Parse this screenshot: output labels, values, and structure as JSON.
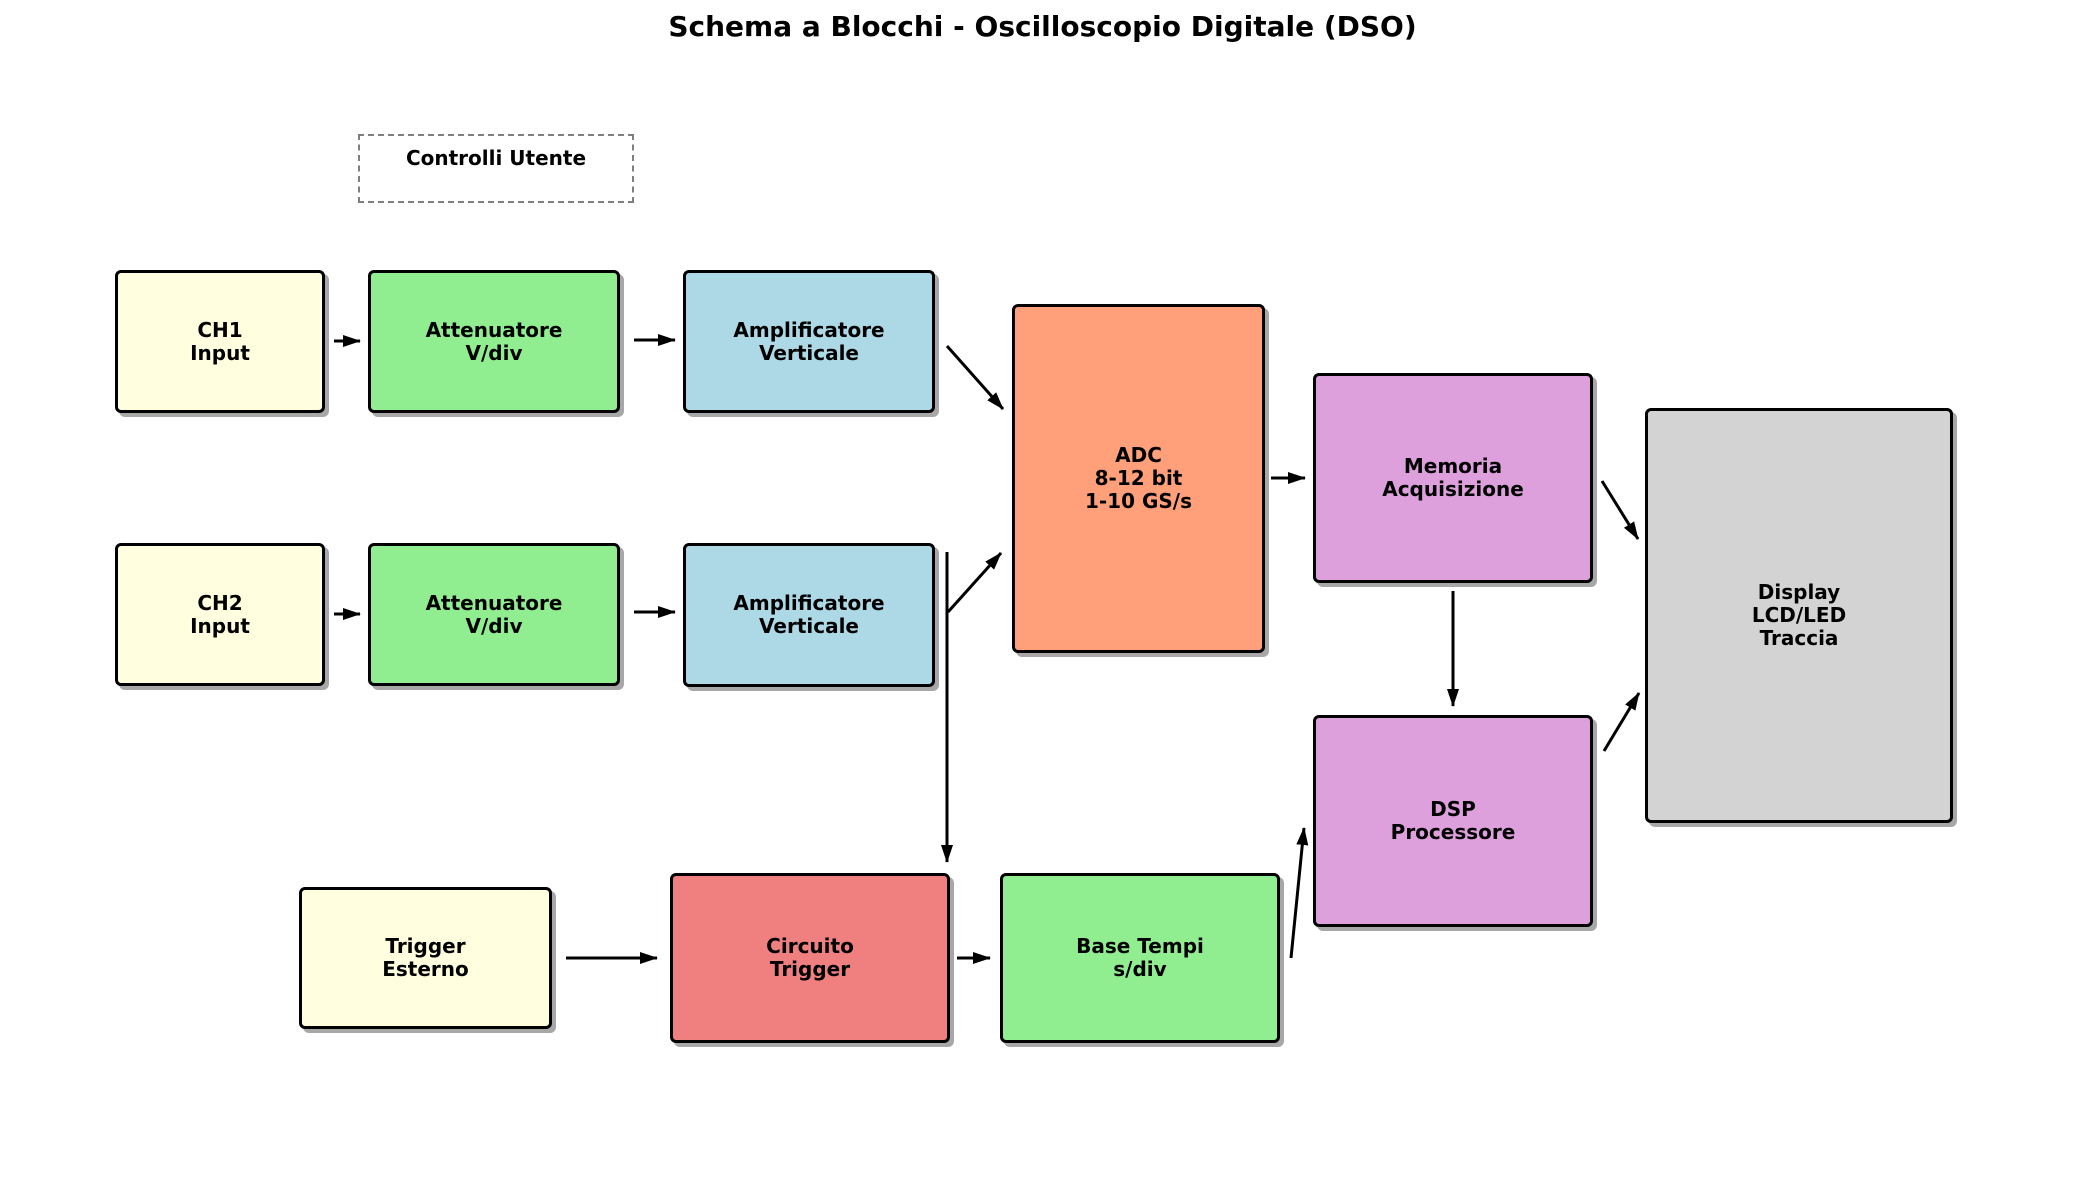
{
  "title": "Schema a Blocchi - Oscilloscopio Digitale (DSO)",
  "nodes": {
    "controlli_utente": {
      "lines": [
        "Controlli Utente"
      ],
      "color": "#FFFFFF"
    },
    "ch1_input": {
      "lines": [
        "CH1",
        "Input"
      ],
      "color": "#FFFFE0"
    },
    "attenuatore_ch1": {
      "lines": [
        "Attenuatore",
        "V/div"
      ],
      "color": "#90EE90"
    },
    "amplificatore_ch1": {
      "lines": [
        "Amplificatore",
        "Verticale"
      ],
      "color": "#ADD8E6"
    },
    "ch2_input": {
      "lines": [
        "CH2",
        "Input"
      ],
      "color": "#FFFFE0"
    },
    "attenuatore_ch2": {
      "lines": [
        "Attenuatore",
        "V/div"
      ],
      "color": "#90EE90"
    },
    "amplificatore_ch2": {
      "lines": [
        "Amplificatore",
        "Verticale"
      ],
      "color": "#ADD8E6"
    },
    "adc": {
      "lines": [
        "ADC",
        "8-12 bit",
        "1-10 GS/s"
      ],
      "color": "#FFA07A"
    },
    "memoria_acquisizione": {
      "lines": [
        "Memoria",
        "Acquisizione"
      ],
      "color": "#DDA0DD"
    },
    "display_lcd": {
      "lines": [
        "Display",
        "LCD/LED",
        "Traccia"
      ],
      "color": "#D3D3D3"
    },
    "dsp_processore": {
      "lines": [
        "DSP",
        "Processore"
      ],
      "color": "#DDA0DD"
    },
    "trigger_esterno": {
      "lines": [
        "Trigger",
        "Esterno"
      ],
      "color": "#FFFFE0"
    },
    "circuito_trigger": {
      "lines": [
        "Circuito",
        "Trigger"
      ],
      "color": "#F08080"
    },
    "base_tempi": {
      "lines": [
        "Base Tempi",
        "s/div"
      ],
      "color": "#90EE90"
    }
  },
  "edges": [
    {
      "from": "ch1_input",
      "to": "attenuatore_ch1"
    },
    {
      "from": "attenuatore_ch1",
      "to": "amplificatore_ch1"
    },
    {
      "from": "amplificatore_ch1",
      "to": "adc"
    },
    {
      "from": "ch2_input",
      "to": "attenuatore_ch2"
    },
    {
      "from": "attenuatore_ch2",
      "to": "amplificatore_ch2"
    },
    {
      "from": "amplificatore_ch2",
      "to": "adc"
    },
    {
      "from": "amplificatore_ch2",
      "to": "circuito_trigger"
    },
    {
      "from": "adc",
      "to": "memoria_acquisizione"
    },
    {
      "from": "memoria_acquisizione",
      "to": "display_lcd"
    },
    {
      "from": "memoria_acquisizione",
      "to": "dsp_processore"
    },
    {
      "from": "dsp_processore",
      "to": "display_lcd"
    },
    {
      "from": "trigger_esterno",
      "to": "circuito_trigger"
    },
    {
      "from": "circuito_trigger",
      "to": "base_tempi"
    },
    {
      "from": "base_tempi",
      "to": "dsp_processore"
    }
  ],
  "colors": {
    "background": "#FFFFFF",
    "box_border": "#000000",
    "dashed_border": "#7F7F7F",
    "arrow": "#000000",
    "input_box": "#FFFFE0",
    "attenuator_box": "#90EE90",
    "amplifier_box": "#ADD8E6",
    "adc_box": "#FFA07A",
    "memory_dsp_box": "#DDA0DD",
    "display_box": "#D3D3D3",
    "trigger_box": "#F08080",
    "timebase_box": "#90EE90"
  }
}
